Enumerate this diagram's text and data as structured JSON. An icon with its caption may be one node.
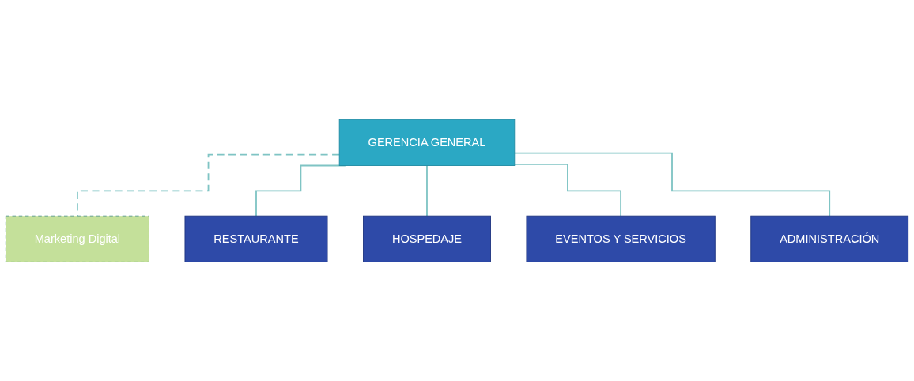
{
  "diagram": {
    "nodes": [
      {
        "text": [
          "GERENCIA GENERAL"
        ]
      },
      {
        "text": [
          "Marketing Digital"
        ]
      },
      {
        "text": [
          "RESTAURANTE"
        ]
      },
      {
        "text": [
          "HOSPEDAJE"
        ]
      },
      {
        "text": [
          "EVENTOS Y SERVICIOS"
        ]
      },
      {
        "text": [
          "ADMINISTRACIÓN"
        ]
      }
    ],
    "edges": [
      {
        "from": 0,
        "to": 1,
        "arrow": "none",
        "style": "dashed"
      },
      {
        "from": 0,
        "to": 2,
        "arrow": "none"
      },
      {
        "from": 0,
        "to": 3,
        "arrow": "none"
      },
      {
        "from": 0,
        "to": 4,
        "arrow": "none"
      },
      {
        "from": 0,
        "to": 5,
        "arrow": "none"
      }
    ]
  }
}
